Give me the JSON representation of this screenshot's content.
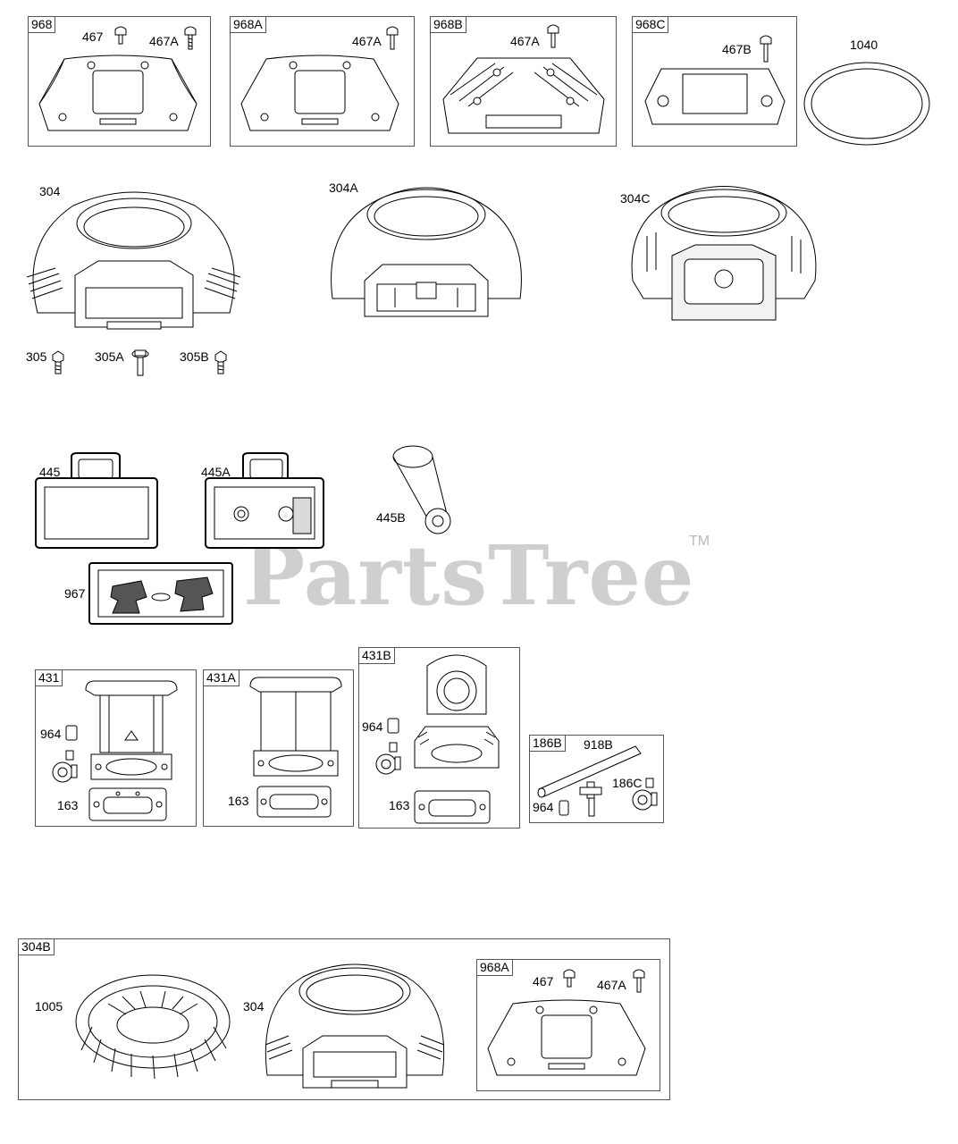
{
  "watermark": {
    "brand": "PartsTree",
    "tm": "TM"
  },
  "boxes": {
    "b968": {
      "tag": "968",
      "labels": [
        "467",
        "467A"
      ]
    },
    "b968A": {
      "tag": "968A",
      "labels": [
        "467A"
      ]
    },
    "b968B": {
      "tag": "968B",
      "labels": [
        "467A"
      ]
    },
    "b968C": {
      "tag": "968C",
      "labels": [
        "467B"
      ]
    },
    "b431": {
      "tag": "431",
      "labels": [
        "964",
        "163"
      ]
    },
    "b431A": {
      "tag": "431A",
      "labels": [
        "163"
      ]
    },
    "b431B": {
      "tag": "431B",
      "labels": [
        "964",
        "163"
      ]
    },
    "b186B": {
      "tag": "186B",
      "labels": [
        "918B",
        "964",
        "186C"
      ]
    },
    "b304B": {
      "tag": "304B",
      "labels": [
        "1005",
        "304"
      ]
    },
    "b968A2": {
      "tag": "968A",
      "labels": [
        "467",
        "467A"
      ]
    }
  },
  "loose_labels": {
    "l1040": "1040",
    "l304": "304",
    "l304A": "304A",
    "l304C": "304C",
    "l305": "305",
    "l305A": "305A",
    "l305B": "305B",
    "l445": "445",
    "l445A": "445A",
    "l445B": "445B",
    "l967": "967"
  }
}
